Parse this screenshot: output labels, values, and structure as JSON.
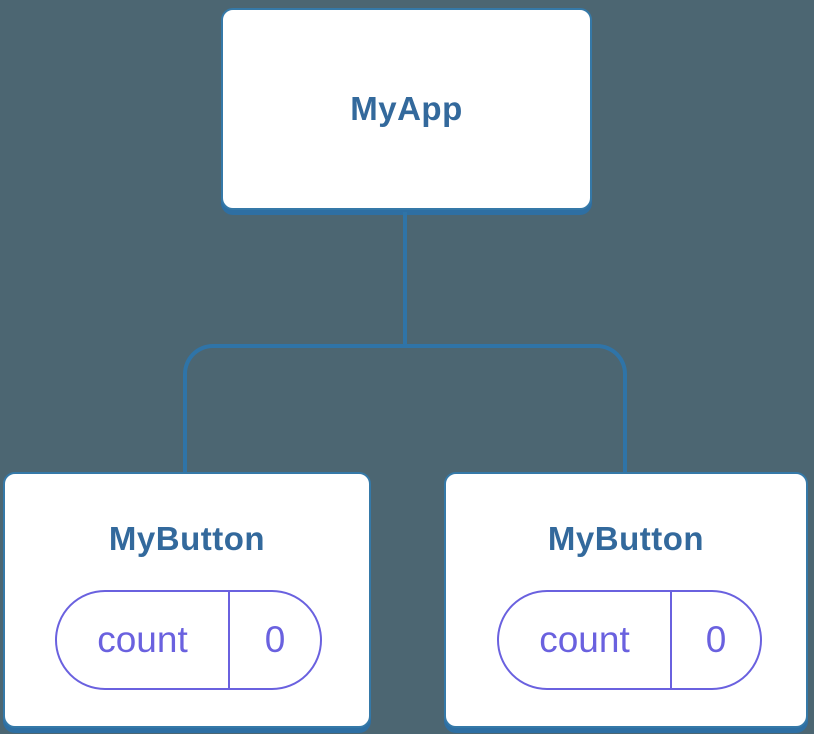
{
  "diagram": {
    "type": "component-tree",
    "root": {
      "label": "MyApp"
    },
    "children": [
      {
        "label": "MyButton",
        "state": {
          "key": "count",
          "value": "0"
        }
      },
      {
        "label": "MyButton",
        "state": {
          "key": "count",
          "value": "0"
        }
      }
    ]
  },
  "colors": {
    "canvas-bg": "#4c6672",
    "node-bg": "#ffffff",
    "node-border": "#3579a8",
    "node-shadow": "#2e6fa3",
    "connector": "#2f74a8",
    "node-title": "#33699c",
    "state-accent": "#6a61df"
  }
}
